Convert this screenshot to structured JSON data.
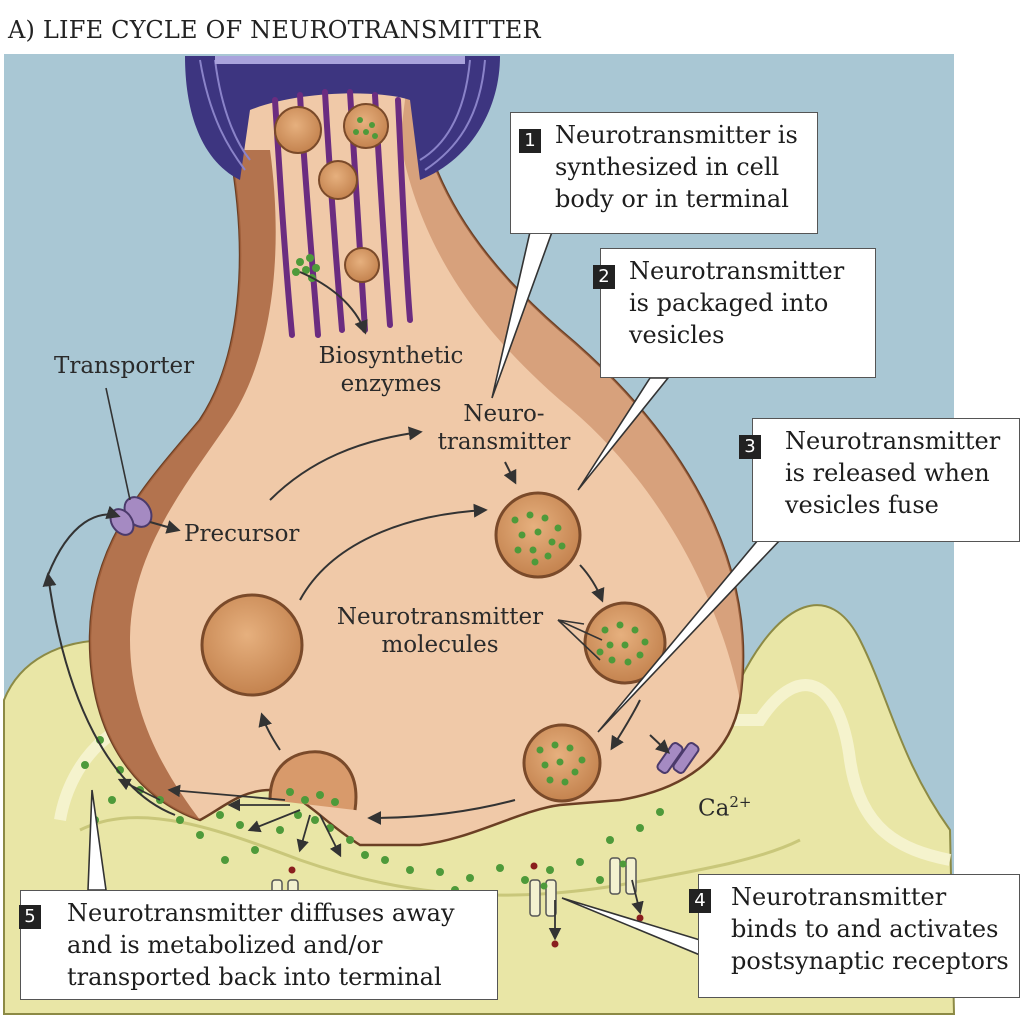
{
  "title": "A) LIFE CYCLE OF NEUROTRANSMITTER",
  "steps": [
    {
      "num": "1",
      "text": "Neurotransmitter is\nsynthesized in cell\nbody or in terminal"
    },
    {
      "num": "2",
      "text": "Neurotransmitter\nis packaged into\nvesicles"
    },
    {
      "num": "3",
      "text": "Neurotransmitter\nis released when\nvesicles fuse"
    },
    {
      "num": "4",
      "text": "Neurotransmitter\nbinds to and activates\npostsynaptic receptors"
    },
    {
      "num": "5",
      "text": "Neurotransmitter diffuses away\nand is metabolized and/or\ntransported back into terminal"
    }
  ],
  "labels": {
    "transporter": "Transporter",
    "biosynthetic": "Biosynthetic\nenzymes",
    "neurotransmitter": "Neuro-\ntransmitter",
    "precursor": "Precursor",
    "molecules": "Neurotransmitter\nmolecules",
    "calcium": "Ca",
    "calcium_sup": "2+"
  },
  "colors": {
    "background": "#a9c7d4",
    "terminal": "#f0c9a8",
    "terminal_shadow": "#a8643e",
    "postsynaptic": "#e9e6a6",
    "axon_sheath": "#3d3580",
    "microtubule": "#6b2c80",
    "molecule": "#4e9a3a",
    "receptor": "#a58ac2"
  }
}
